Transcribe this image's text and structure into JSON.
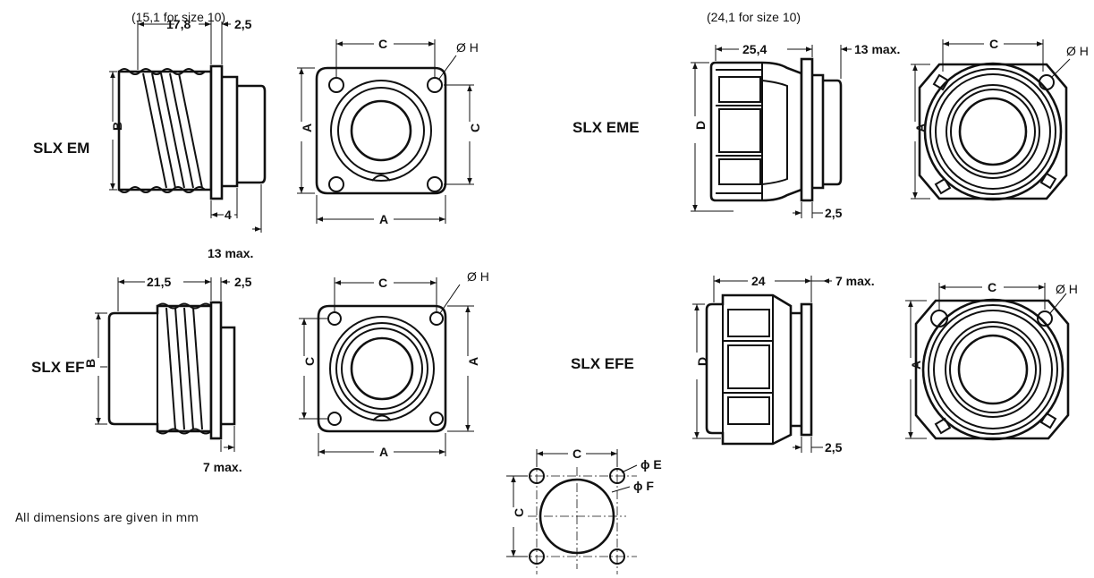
{
  "notes": {
    "em_size10": "(15,1 for size 10)",
    "eme_size10": "(24,1 for size 10)"
  },
  "models": {
    "em": "SLX EM",
    "ef": "SLX EF",
    "eme": "SLX EME",
    "efe": "SLX EFE"
  },
  "dims": {
    "em_length": "17,8",
    "em_flange": "2,5",
    "em_b": "B",
    "em_4": "4",
    "em_max": "13 max.",
    "em_front_c_top": "C",
    "em_front_h": "Ø H",
    "em_front_a_side": "A",
    "em_front_c_side": "C",
    "em_front_a_bottom": "A",
    "ef_length": "21,5",
    "ef_flange": "2,5",
    "ef_b": "B",
    "ef_max": "7 max.",
    "ef_front_c_top": "C",
    "ef_front_h": "Ø H",
    "ef_front_c_side": "C",
    "ef_front_a_side": "A",
    "ef_front_a_bottom": "A",
    "eme_length": "25,4",
    "eme_max": "13 max.",
    "eme_d": "D",
    "eme_flange": "2,5",
    "eme_front_c": "C",
    "eme_front_h": "Ø H",
    "eme_front_a": "A",
    "efe_length": "24",
    "efe_max": "7 max.",
    "efe_d": "D",
    "efe_flange": "2,5",
    "efe_front_c": "C",
    "efe_front_h": "Ø H",
    "efe_front_a": "A",
    "cut_c_top": "C",
    "cut_c_side": "C",
    "cut_e": "ϕ E",
    "cut_f": "ϕ F"
  },
  "footer": "All dimensions are given in mm"
}
